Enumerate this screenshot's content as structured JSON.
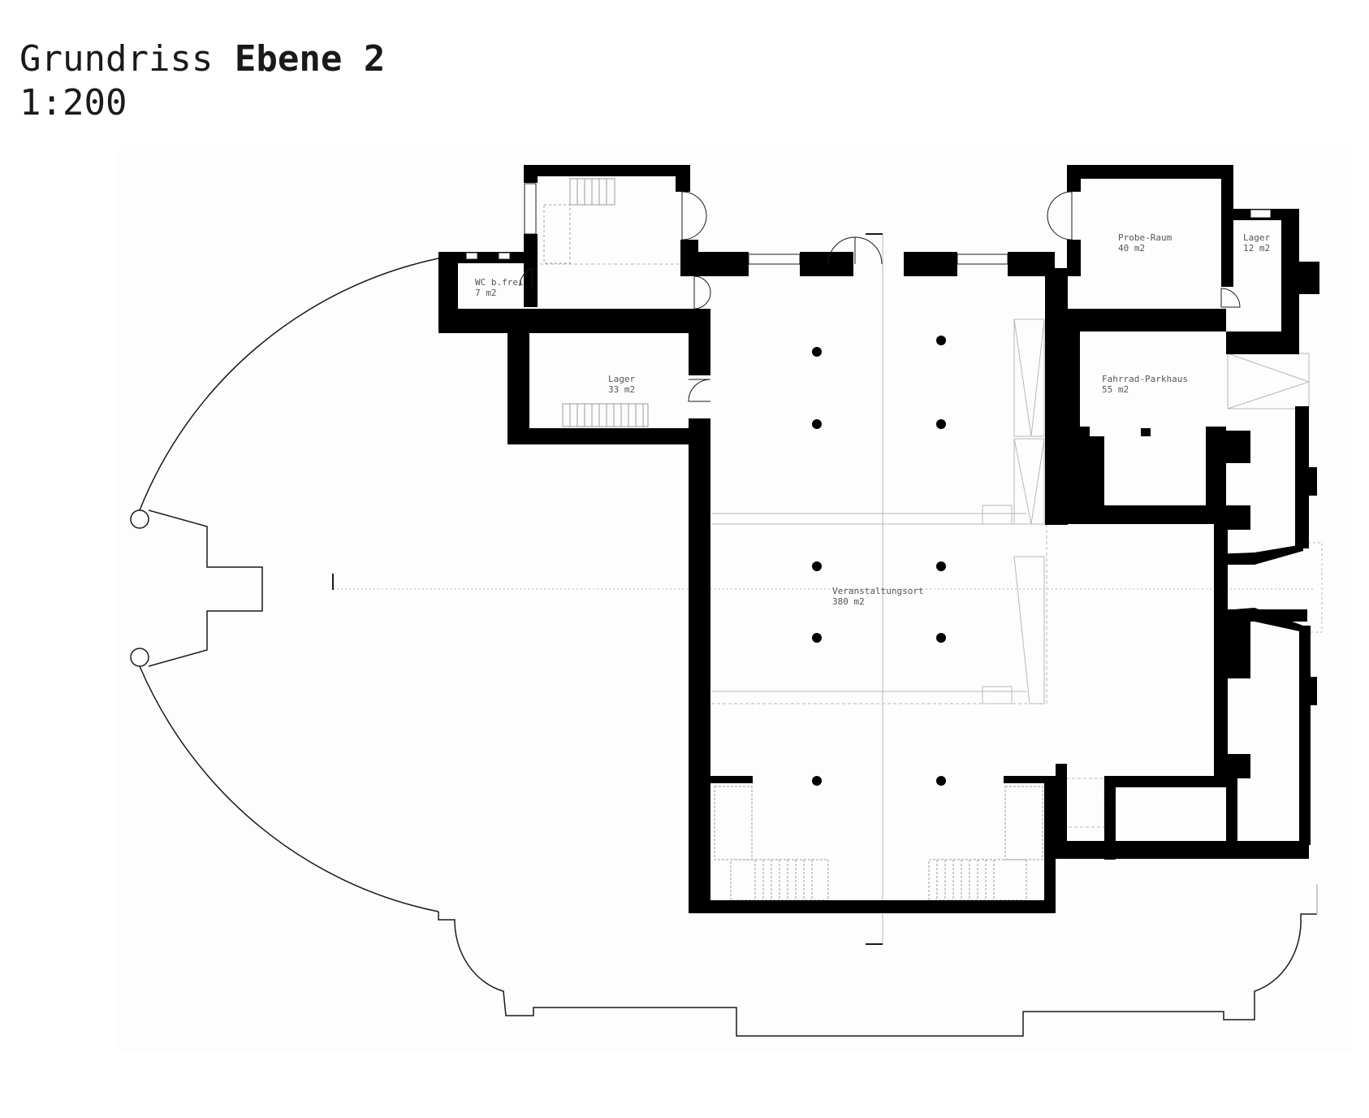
{
  "header": {
    "title_prefix": "Grundriss",
    "title_bold": "Ebene 2",
    "scale": "1:200"
  },
  "rooms": [
    {
      "name": "WC b.frei",
      "area": "7 m2"
    },
    {
      "name": "Lager",
      "area": "33 m2"
    },
    {
      "name": "Probe-Raum",
      "area": "40 m2"
    },
    {
      "name": "Lager",
      "area": "12 m2"
    },
    {
      "name": "Fahrrad-Parkhaus",
      "area": "55 m2"
    },
    {
      "name": "Veranstaltungsort",
      "area": "380 m2"
    }
  ],
  "colors": {
    "wall": "#000000",
    "line": "#1a1a1a",
    "light_line": "#b8b8b8",
    "background": "#fdfdfd"
  }
}
